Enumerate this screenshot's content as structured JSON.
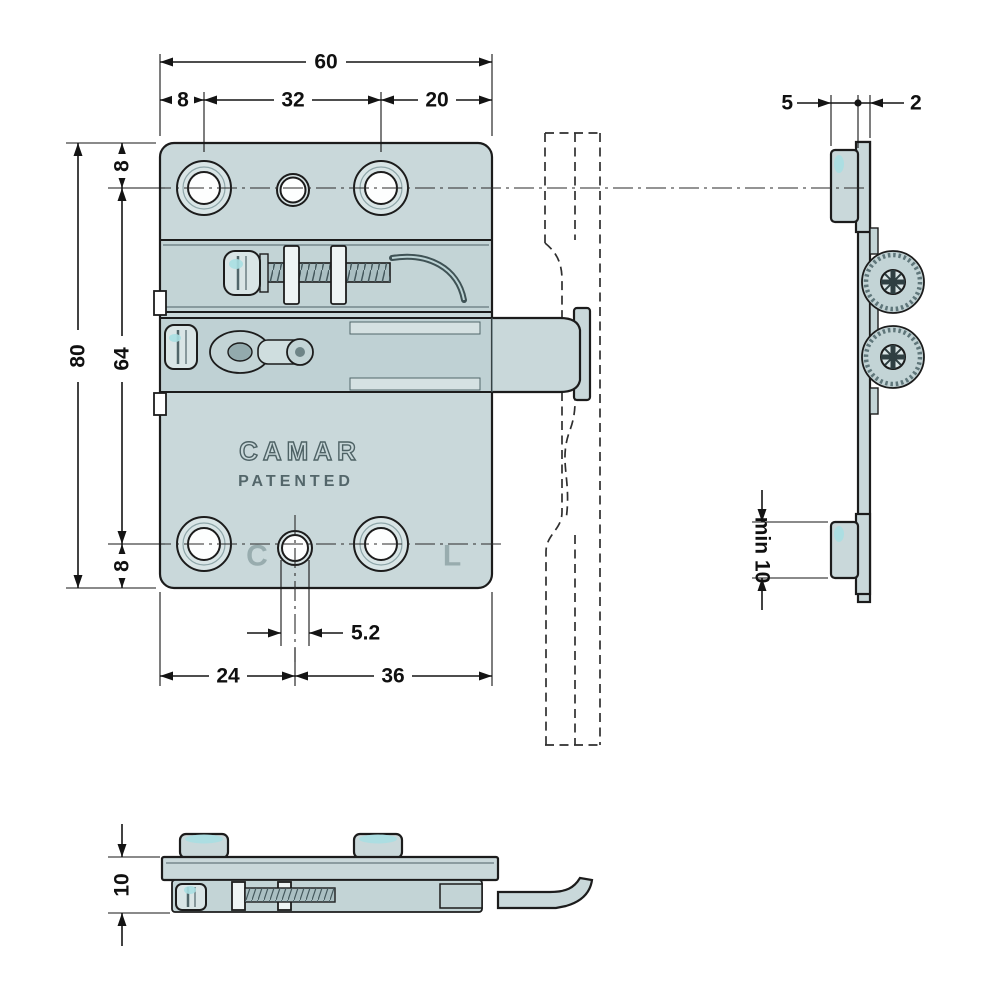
{
  "labels": {
    "brand": "CAMAR",
    "patented": "PATENTED",
    "mark_c": "C",
    "mark_l": "L"
  },
  "dimensions": {
    "front": {
      "width_total": "60",
      "width_seg1": "8",
      "width_seg2": "32",
      "width_seg3": "20",
      "height_total": "80",
      "height_seg1": "8",
      "height_seg2": "64",
      "height_seg3": "8",
      "slot": "5.2",
      "base_left": "24",
      "base_right": "36"
    },
    "side": {
      "depth": "5",
      "thickness": "2",
      "boss": "min 10"
    },
    "bottom": {
      "height": "10"
    }
  },
  "colors": {
    "body": "#c9d8da",
    "accent": "#a8dfe2",
    "line": "#141414",
    "brand_gray": "#98acae",
    "background": "#ffffff"
  }
}
